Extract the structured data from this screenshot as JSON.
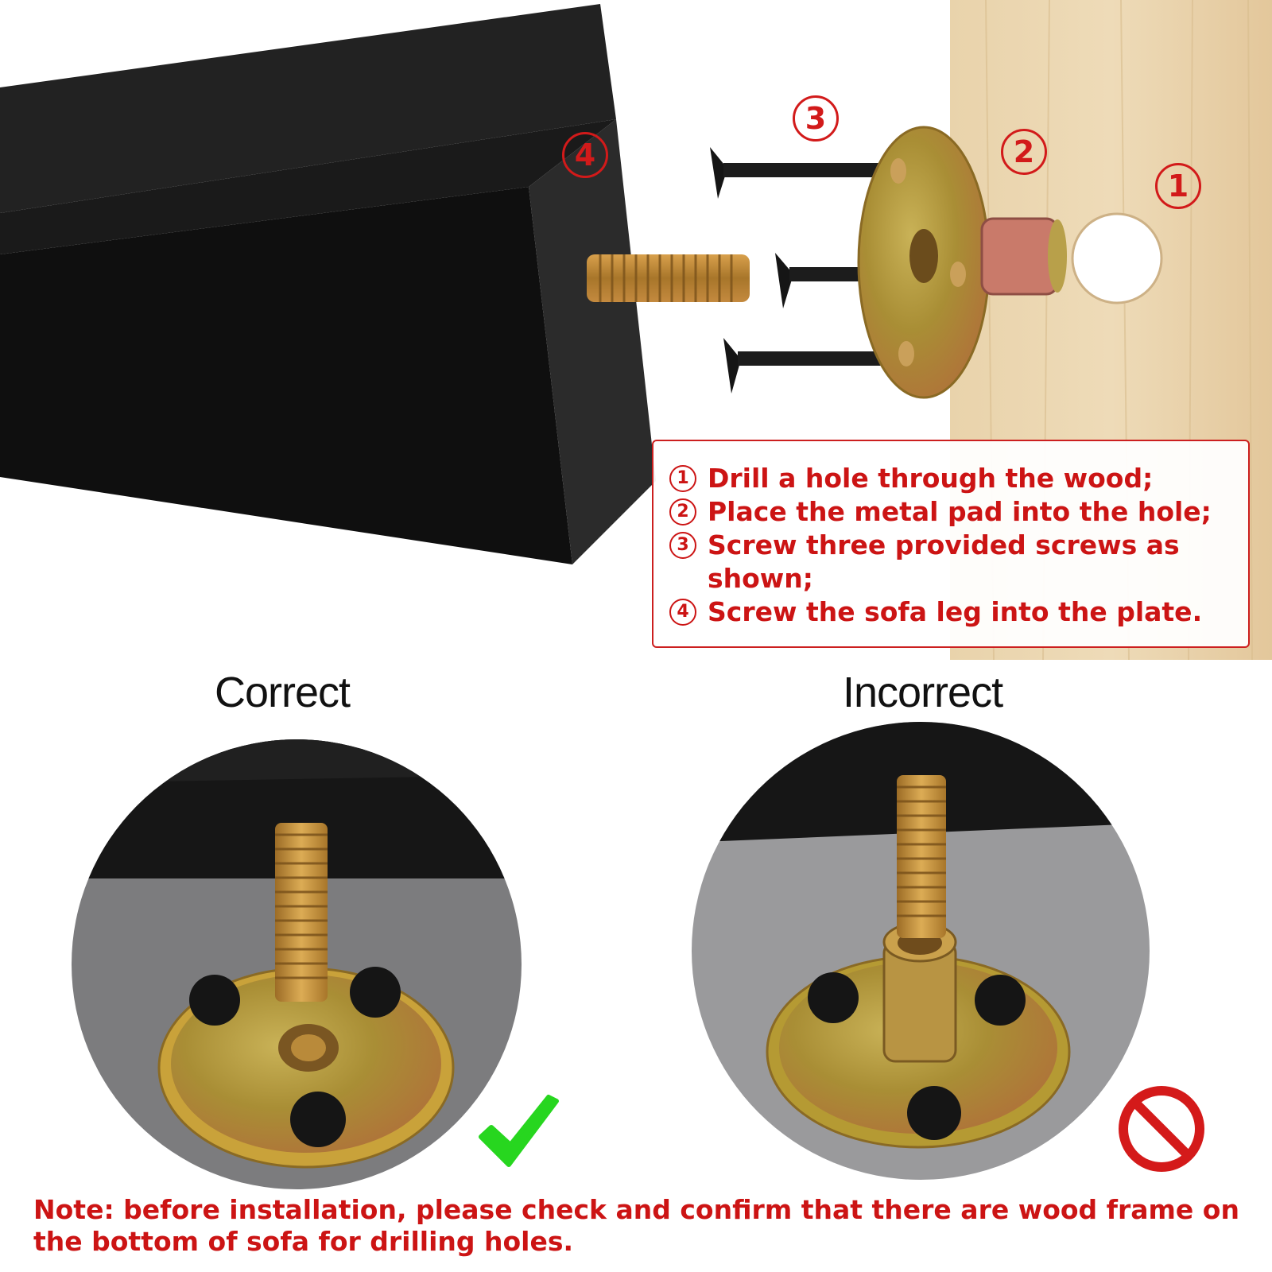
{
  "markers": {
    "hole": "1",
    "plate": "2",
    "screws": "3",
    "leg": "4"
  },
  "instructions": {
    "steps": [
      {
        "number": "1",
        "text": "Drill a hole through the wood;"
      },
      {
        "number": "2",
        "text": "Place the metal pad into the hole;"
      },
      {
        "number": "3",
        "text": "Screw three provided screws as shown;"
      },
      {
        "number": "4",
        "text": "Screw the sofa leg into the plate."
      }
    ]
  },
  "comparison": {
    "correct_label": "Correct",
    "incorrect_label": "Incorrect"
  },
  "note": "Note: before installation, please check and confirm that there are wood frame on the bottom of sofa for drilling holes.",
  "icons": {
    "correct": "checkmark-icon",
    "incorrect": "prohibited-icon"
  },
  "colors": {
    "accent_red": "#cc1414",
    "check_green": "#27d61f",
    "leg_black": "#141414",
    "wood": "#e7cfa6",
    "brass": "#b79a3d"
  }
}
